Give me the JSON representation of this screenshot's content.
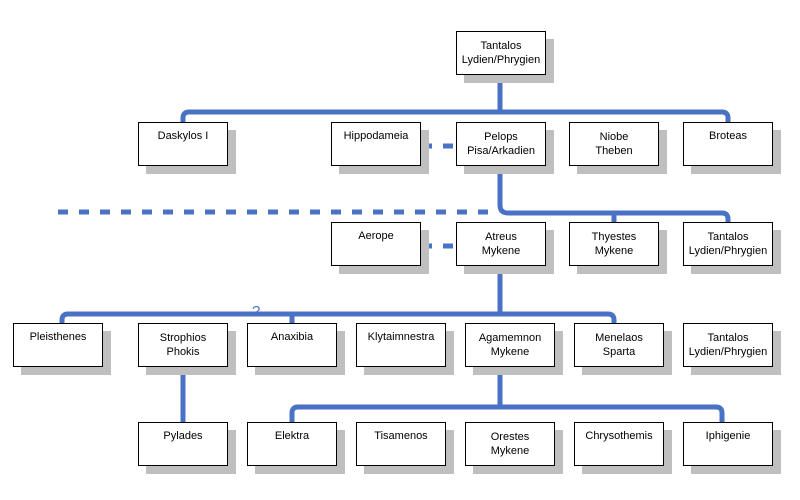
{
  "colors": {
    "line": "#4a72c4",
    "shadow": "#bfbfbf",
    "box_border": "#000000"
  },
  "nodes": {
    "tantalos": {
      "line1": "Tantalos",
      "line2": "Lydien/Phrygien"
    },
    "daskylos": {
      "line1": "Daskylos I"
    },
    "hippodameia": {
      "line1": "Hippodameia"
    },
    "pelops": {
      "line1": "Pelops",
      "line2": "Pisa/Arkadien"
    },
    "niobe": {
      "line1": "Niobe",
      "line2": "Theben"
    },
    "broteas": {
      "line1": "Broteas"
    },
    "aerope": {
      "line1": "Aerope"
    },
    "atreus": {
      "line1": "Atreus",
      "line2": "Mykene"
    },
    "thyestes": {
      "line1": "Thyestes",
      "line2": "Mykene"
    },
    "tantalos2": {
      "line1": "Tantalos",
      "line2": "Lydien/Phrygien"
    },
    "pleisthenes": {
      "line1": "Pleisthenes"
    },
    "strophios": {
      "line1": "Strophios",
      "line2": "Phokis"
    },
    "anaxibia": {
      "line1": "Anaxibia"
    },
    "klytaimnestra": {
      "line1": "Klytaimnestra"
    },
    "agamemnon": {
      "line1": "Agamemnon",
      "line2": "Mykene"
    },
    "menelaos": {
      "line1": "Menelaos",
      "line2": "Sparta"
    },
    "tantalos3": {
      "line1": "Tantalos",
      "line2": "Lydien/Phrygien"
    },
    "pylades": {
      "line1": "Pylades"
    },
    "elektra": {
      "line1": "Elektra"
    },
    "tisamenos": {
      "line1": "Tisamenos"
    },
    "orestes": {
      "line1": "Orestes",
      "line2": "Mykene"
    },
    "chrysothemis": {
      "line1": "Chrysothemis"
    },
    "iphigenie": {
      "line1": "Iphigenie"
    }
  },
  "uncertain_marker": "?"
}
